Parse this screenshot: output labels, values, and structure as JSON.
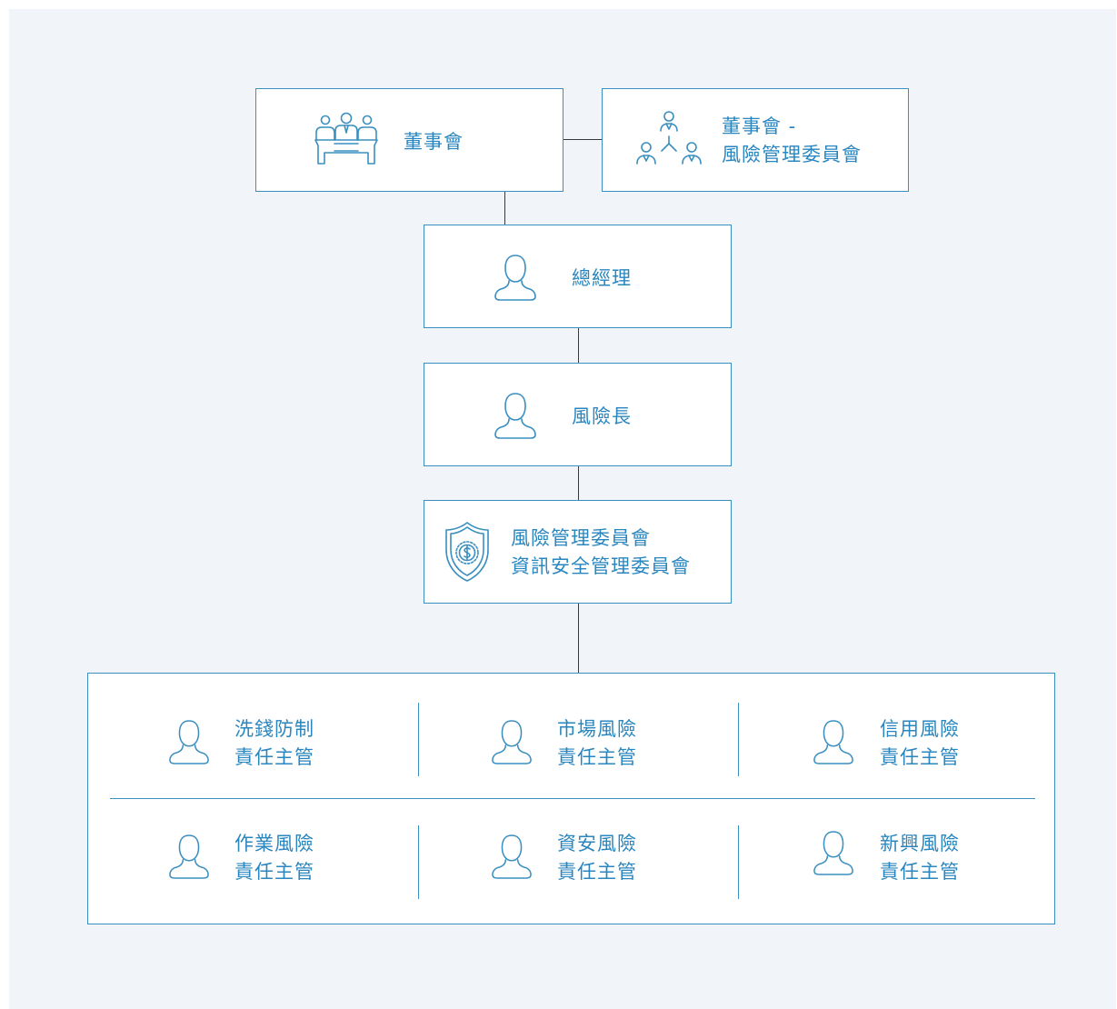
{
  "colors": {
    "accent": "#2a86bf",
    "border": "#3a8fc0",
    "background": "#f1f5f9",
    "connector": "#3a3a3a"
  },
  "board": {
    "label": "董事會",
    "icon": "board-meeting-icon"
  },
  "risk_committee": {
    "line1": "董事會 -",
    "line2": "風險管理委員會",
    "icon": "hierarchy-icon"
  },
  "gm": {
    "label": "總經理",
    "icon": "person-icon"
  },
  "cro": {
    "label": "風險長",
    "icon": "person-icon"
  },
  "committees": {
    "line1": "風險管理委員會",
    "line2": "資訊安全管理委員會",
    "icon": "shield-dollar-icon"
  },
  "managers": [
    {
      "line1": "洗錢防制",
      "line2": "責任主管",
      "icon": "person-icon"
    },
    {
      "line1": "市場風險",
      "line2": "責任主管",
      "icon": "person-icon"
    },
    {
      "line1": "信用風險",
      "line2": "責任主管",
      "icon": "person-icon"
    },
    {
      "line1": "作業風險",
      "line2": "責任主管",
      "icon": "person-icon"
    },
    {
      "line1": "資安風險",
      "line2": "責任主管",
      "icon": "person-icon"
    },
    {
      "line1": "新興風險",
      "line2": "責任主管",
      "icon": "person-icon"
    }
  ]
}
